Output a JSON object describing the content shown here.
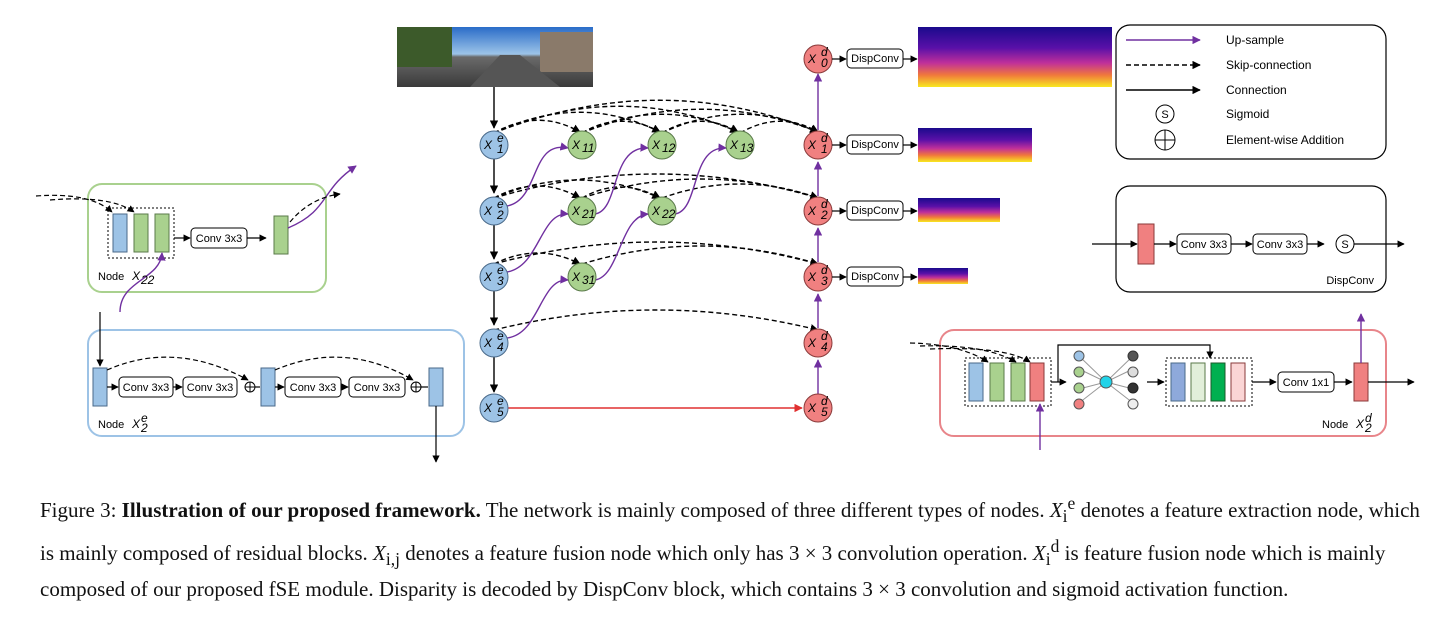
{
  "figure": {
    "nodes": {
      "enc": [
        "X",
        "X",
        "X",
        "X",
        "X"
      ],
      "enc_sup": "e",
      "enc_sub": [
        "1",
        "2",
        "3",
        "4",
        "5"
      ],
      "dec_sup": "d",
      "dec_sub": [
        "0",
        "1",
        "2",
        "3",
        "4",
        "5"
      ],
      "fusion": [
        "X11",
        "X12",
        "X13",
        "X21",
        "X22",
        "X31"
      ],
      "fusion_base": "X",
      "fusion_sub": [
        "11",
        "12",
        "13",
        "21",
        "22",
        "31"
      ]
    },
    "dispconv_label": "DispConv",
    "legend": {
      "upsample": "Up-sample",
      "skip": "Skip-connection",
      "connection": "Connection",
      "sigmoid": "Sigmoid",
      "sigmoid_symbol": "S",
      "addition": "Element-wise Addition"
    },
    "dispconv_box": {
      "conv1": "Conv 3x3",
      "conv2": "Conv 3x3",
      "sigmoid": "S",
      "title": "DispConv"
    },
    "node_x22": {
      "conv": "Conv 3x3",
      "title": "Node",
      "title_math": "X",
      "title_sub": "22"
    },
    "node_x2e": {
      "conv1": "Conv 3x3",
      "conv2": "Conv 3x3",
      "conv3": "Conv 3x3",
      "conv4": "Conv 3x3",
      "title": "Node",
      "title_math": "X",
      "title_sub": "2",
      "title_sup": "e"
    },
    "node_x2d": {
      "conv": "Conv 1x1",
      "title": "Node",
      "title_math": "X",
      "title_sub": "2",
      "title_sup": "d"
    },
    "colors": {
      "encoder": "#9dc3e6",
      "fusion": "#a9d18e",
      "decoder": "#f08080",
      "upsample": "#7030a0",
      "red_line": "#e03030",
      "green_border": "#a9d18e",
      "blue_border": "#9dc3e6",
      "red_border": "#e8858a"
    }
  },
  "caption": {
    "prefix": "Figure 3: ",
    "bold": "Illustration of our proposed framework.",
    "text1": " The network is mainly composed of three different types of nodes. ",
    "text2": " denotes a feature extraction node, which is mainly composed of residual blocks. ",
    "text3": " denotes a feature fusion node which only has 3 × 3 convolution operation. ",
    "text4": " is feature fusion node which is mainly composed of our proposed fSE module. Disparity is decoded by DispConv block, which contains 3 × 3 convolution and sigmoid activation function.",
    "m1_base": "X",
    "m1_sub": "i",
    "m1_sup": "e",
    "m2_base": "X",
    "m2_sub": "i,j",
    "m3_base": "X",
    "m3_sub": "i",
    "m3_sup": "d"
  }
}
